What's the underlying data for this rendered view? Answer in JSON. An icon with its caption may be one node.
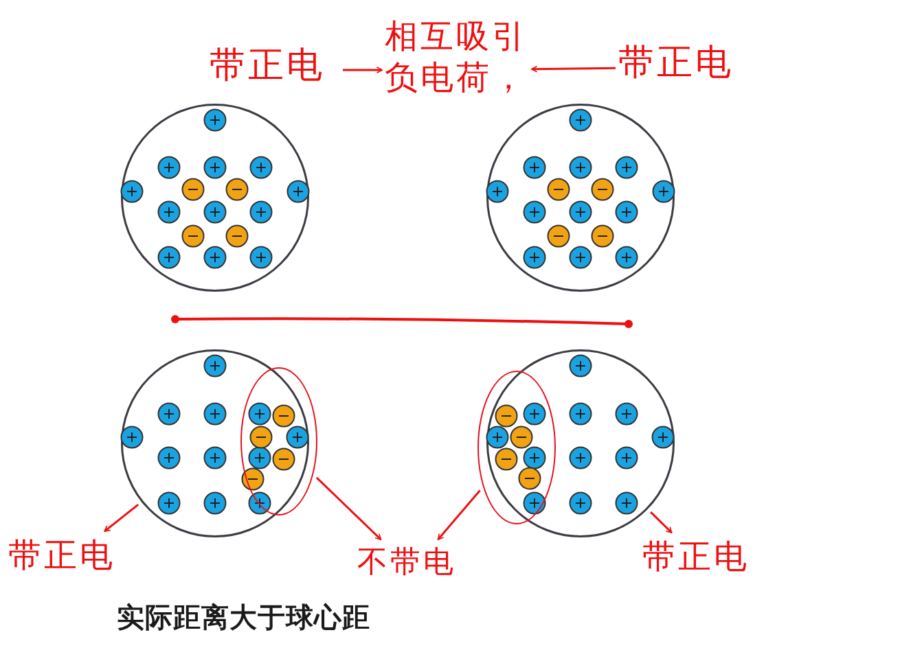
{
  "diagram": {
    "caption": "实际距离大于球心距",
    "nodes": [
      {
        "text": [
          "带正电"
        ]
      },
      {
        "text": [
          "相互吸引负电荷，"
        ]
      },
      {
        "text": [
          "带正电"
        ]
      },
      {
        "text": [],
        "shape": "circle"
      },
      {
        "text": [],
        "shape": "circle"
      },
      {
        "text": [],
        "shape": "circle"
      },
      {
        "text": [],
        "shape": "circle"
      },
      {
        "text": [],
        "shape": "circle"
      },
      {
        "text": [],
        "shape": "circle"
      },
      {
        "text": [
          "带正电"
        ]
      },
      {
        "text": [
          "不带电"
        ]
      },
      {
        "text": [
          "带正电"
        ]
      }
    ],
    "edges": [
      {
        "from": 0,
        "to": 1,
        "arrow": "to"
      },
      {
        "from": 2,
        "to": 1,
        "arrow": "to"
      },
      {
        "from": 5,
        "to": 9,
        "arrow": "to"
      },
      {
        "from": 6,
        "to": 10,
        "arrow": "to"
      },
      {
        "from": 8,
        "to": 10,
        "arrow": "to"
      },
      {
        "from": 7,
        "to": 11,
        "arrow": "to"
      }
    ]
  }
}
